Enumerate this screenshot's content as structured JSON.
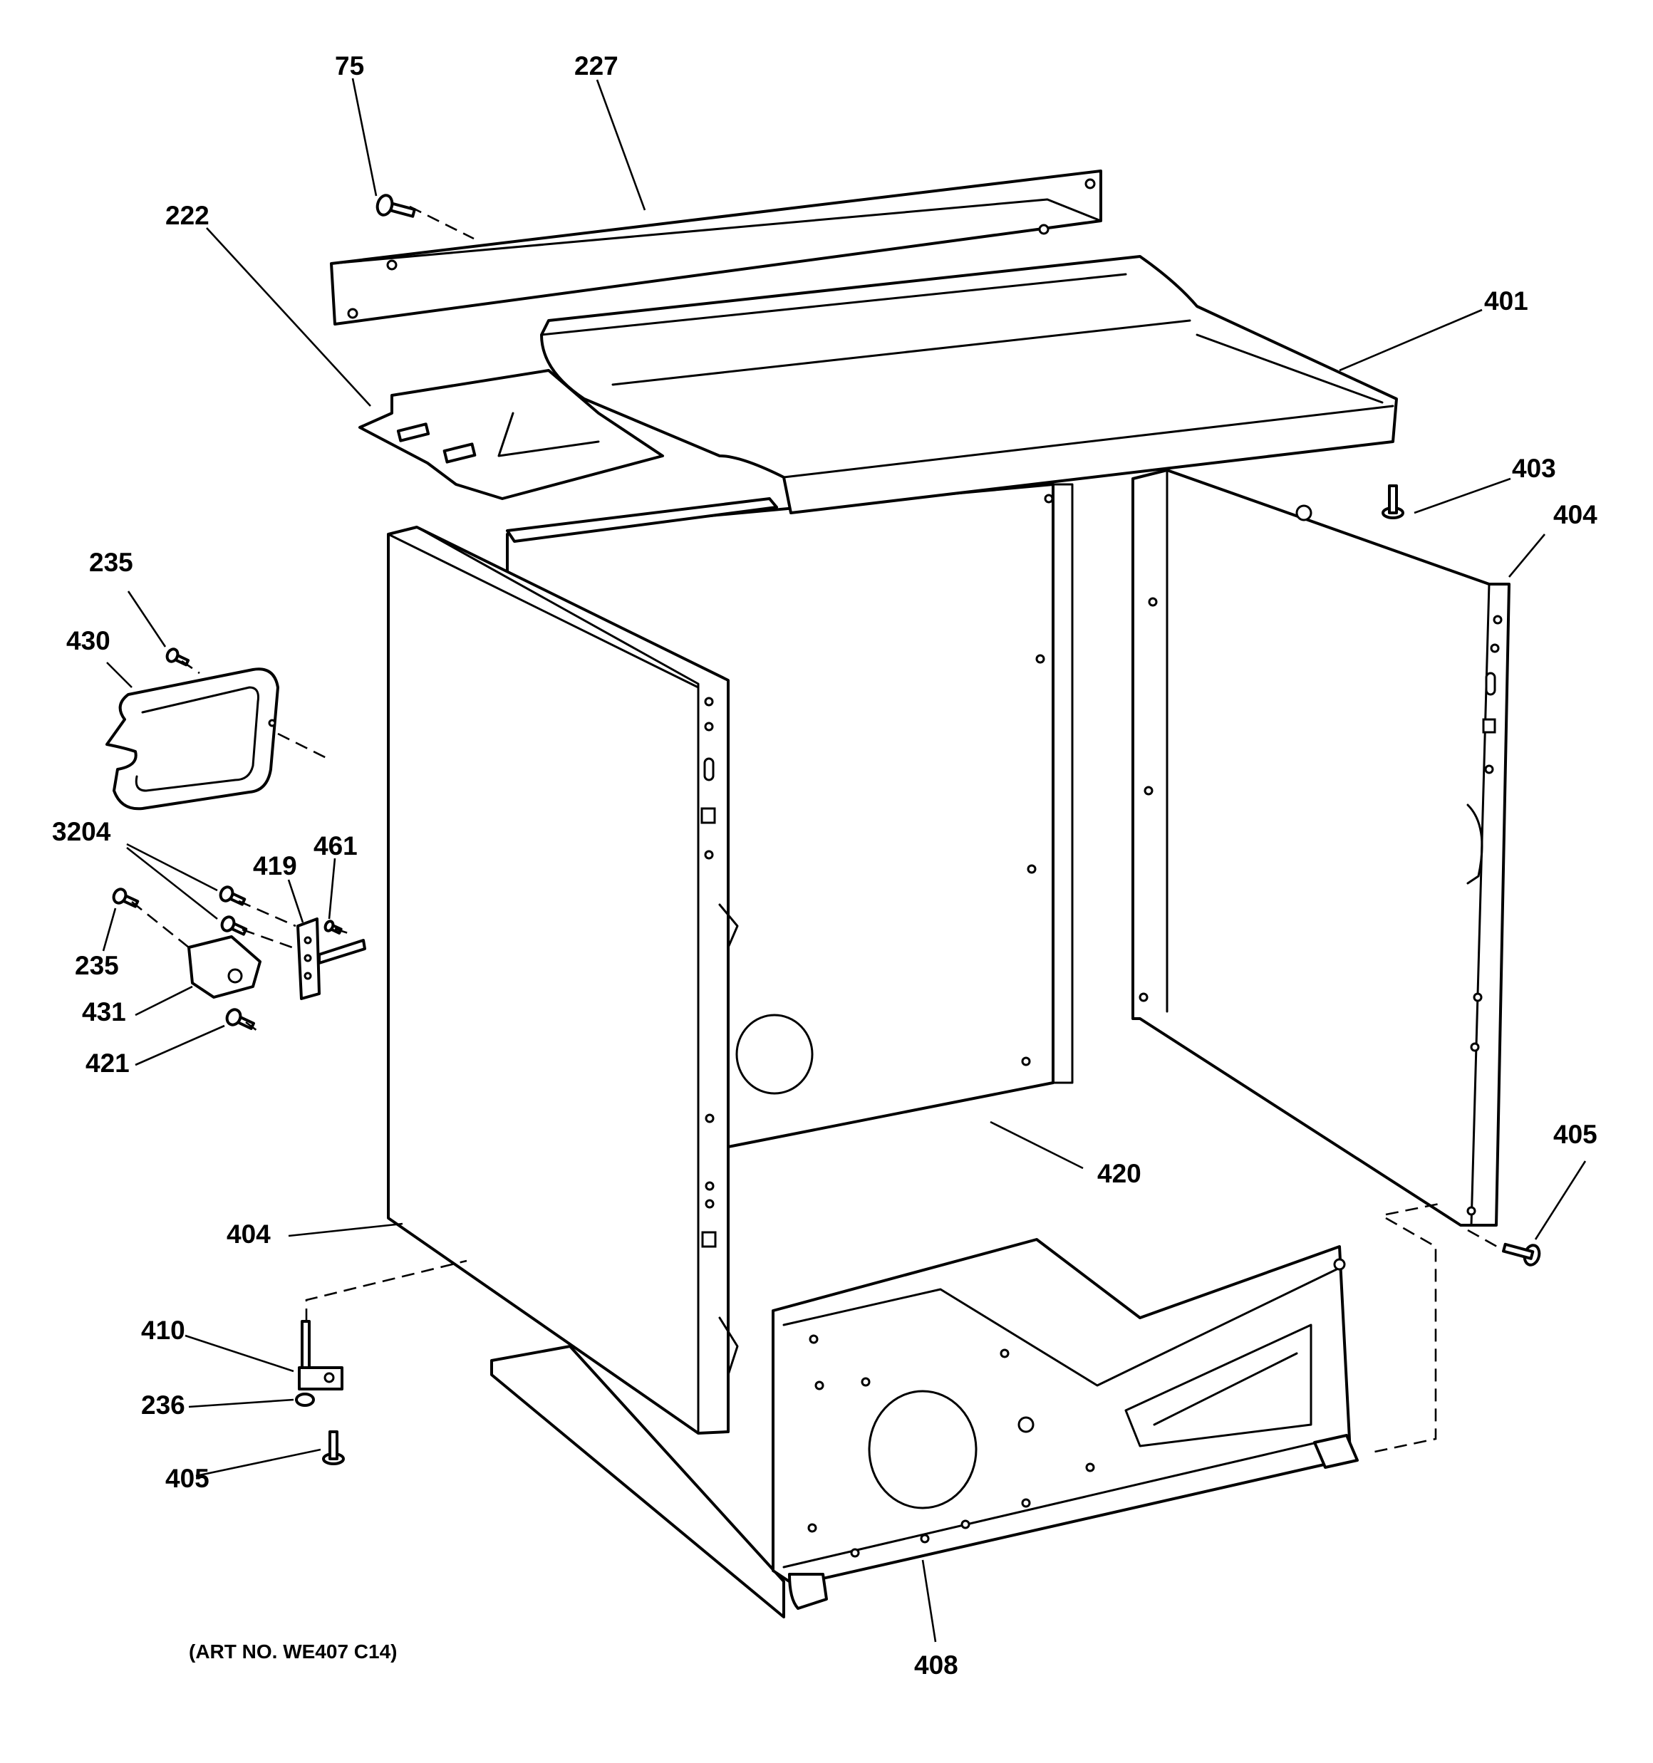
{
  "diagram": {
    "art_number": "(ART NO. WE407 C14)",
    "callouts": {
      "c75": "75",
      "c227": "227",
      "c222": "222",
      "c401": "401",
      "c403": "403",
      "c404_right": "404",
      "c235_top": "235",
      "c430": "430",
      "c3204": "3204",
      "c419": "419",
      "c461": "461",
      "c235_left": "235",
      "c431": "431",
      "c421": "421",
      "c420": "420",
      "c405_right": "405",
      "c404_left": "404",
      "c410": "410",
      "c236": "236",
      "c405_left": "405",
      "c408": "408"
    }
  }
}
